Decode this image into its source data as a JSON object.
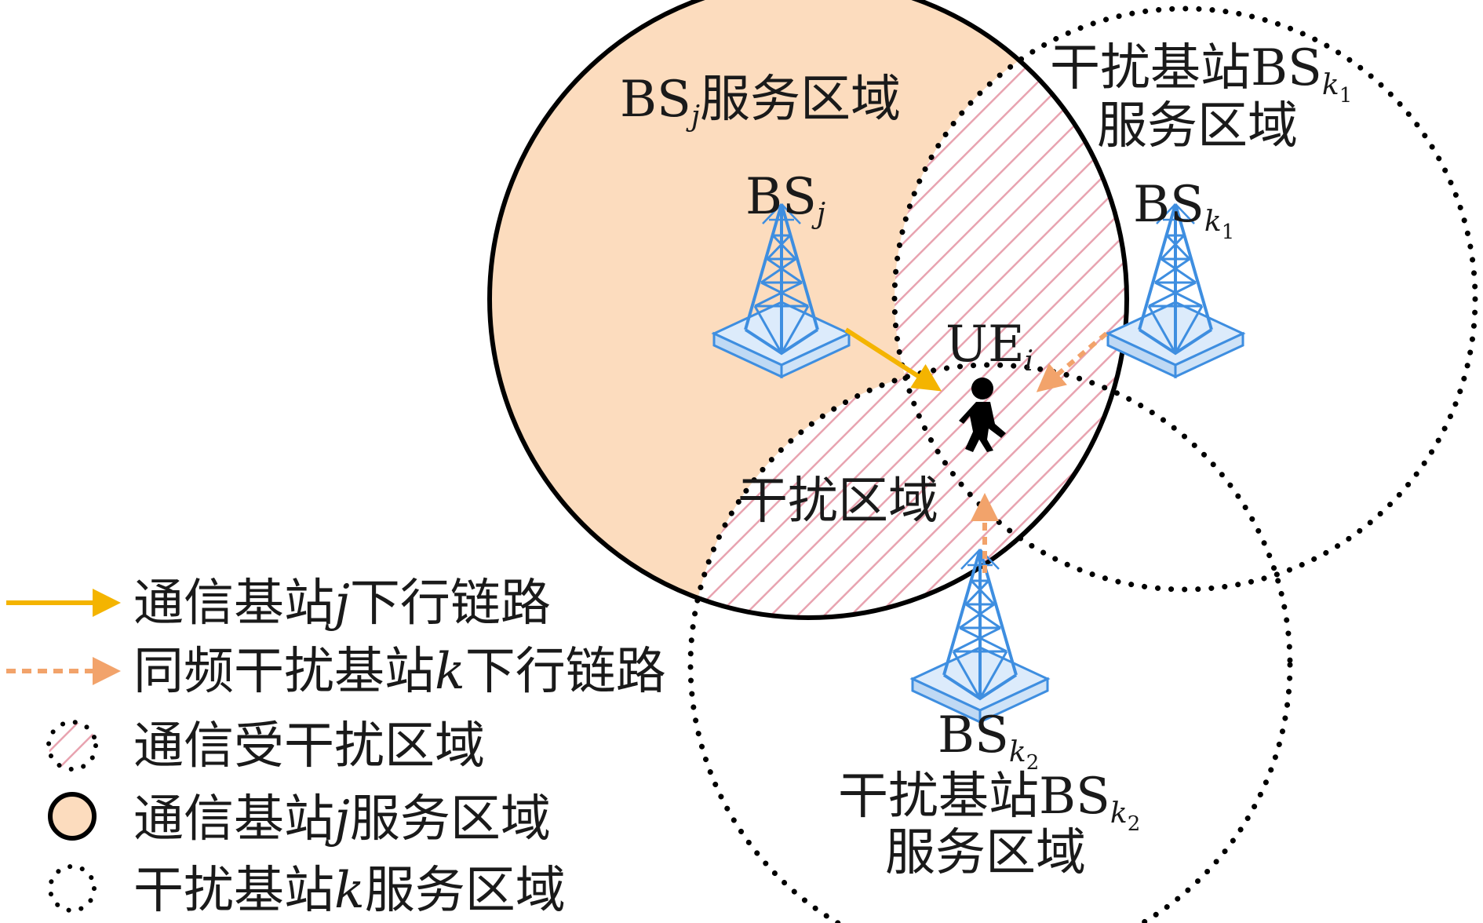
{
  "labels": {
    "bsj_service_text": "BS",
    "bsj_service_sub": "j",
    "bsj_service_suffix": "服务区域",
    "bsj": "BS",
    "bsj_sub": "j",
    "bsk1": "BS",
    "bsk1_sub": "k",
    "bsk1_sub2": "1",
    "bsk2": "BS",
    "bsk2_sub": "k",
    "bsk2_sub2": "2",
    "ue": "UE",
    "ue_sub": "i",
    "interference_area": "干扰区域",
    "k1_area_line1": "干扰基站BS",
    "k1_area_sub": "k",
    "k1_area_sub2": "1",
    "k1_area_line2": "服务区域",
    "k2_area_line1": "干扰基站BS",
    "k2_area_sub": "k",
    "k2_area_sub2": "2",
    "k2_area_line2": "服务区域"
  },
  "legend": [
    {
      "icon": "solid-arrow-icon",
      "pre": "通信基站",
      "var": "j",
      "post": "下行链路"
    },
    {
      "icon": "dashed-arrow-icon",
      "pre": "同频干扰基站",
      "var": "k",
      "post": "下行链路"
    },
    {
      "icon": "hatched-dotted-area-icon",
      "pre": "通信受干扰区域",
      "var": "",
      "post": ""
    },
    {
      "icon": "filled-circle-icon",
      "pre": "通信基站",
      "var": "j",
      "post": "服务区域"
    },
    {
      "icon": "dotted-circle-icon",
      "pre": "干扰基站",
      "var": "k",
      "post": "服务区域"
    }
  ],
  "colors": {
    "service_fill": "#FCDCBE",
    "hatch": "#E8A3B0",
    "main_link": "#F4B400",
    "interference_link": "#F2A36B",
    "tower": "#3E8EE0",
    "tower_base": "#DCEBFB",
    "outline": "#000000"
  }
}
